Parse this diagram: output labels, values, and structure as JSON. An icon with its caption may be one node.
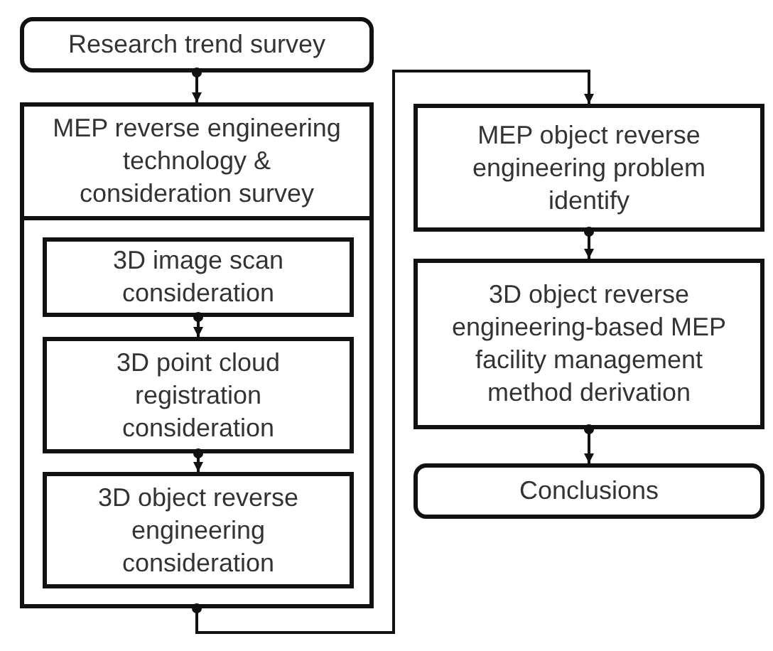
{
  "diagram": {
    "nodes": [
      {
        "text": [
          "Research trend survey"
        ]
      },
      {
        "text": [
          "MEP reverse engineering technology & consideration survey"
        ]
      },
      {
        "text": [
          "3D image scan consideration"
        ],
        "in": 1
      },
      {
        "text": [
          "3D point cloud registration consideration"
        ],
        "in": 1
      },
      {
        "text": [
          "3D object reverse engineering consideration"
        ],
        "in": 1
      },
      {
        "text": [
          "MEP object reverse engineering problem identify"
        ]
      },
      {
        "text": [
          "3D object reverse engineering-based MEP facility management method derivation"
        ]
      },
      {
        "text": [
          "Conclusions"
        ]
      }
    ],
    "edges": [
      {
        "from": 0,
        "to": 1,
        "arrow": "to"
      },
      {
        "from": 2,
        "to": 3,
        "arrow": "to"
      },
      {
        "from": 3,
        "to": 4,
        "arrow": "to"
      },
      {
        "from": 1,
        "to": 5,
        "arrow": "to"
      },
      {
        "from": 5,
        "to": 6,
        "arrow": "to"
      },
      {
        "from": 6,
        "to": 7,
        "arrow": "to"
      }
    ]
  }
}
